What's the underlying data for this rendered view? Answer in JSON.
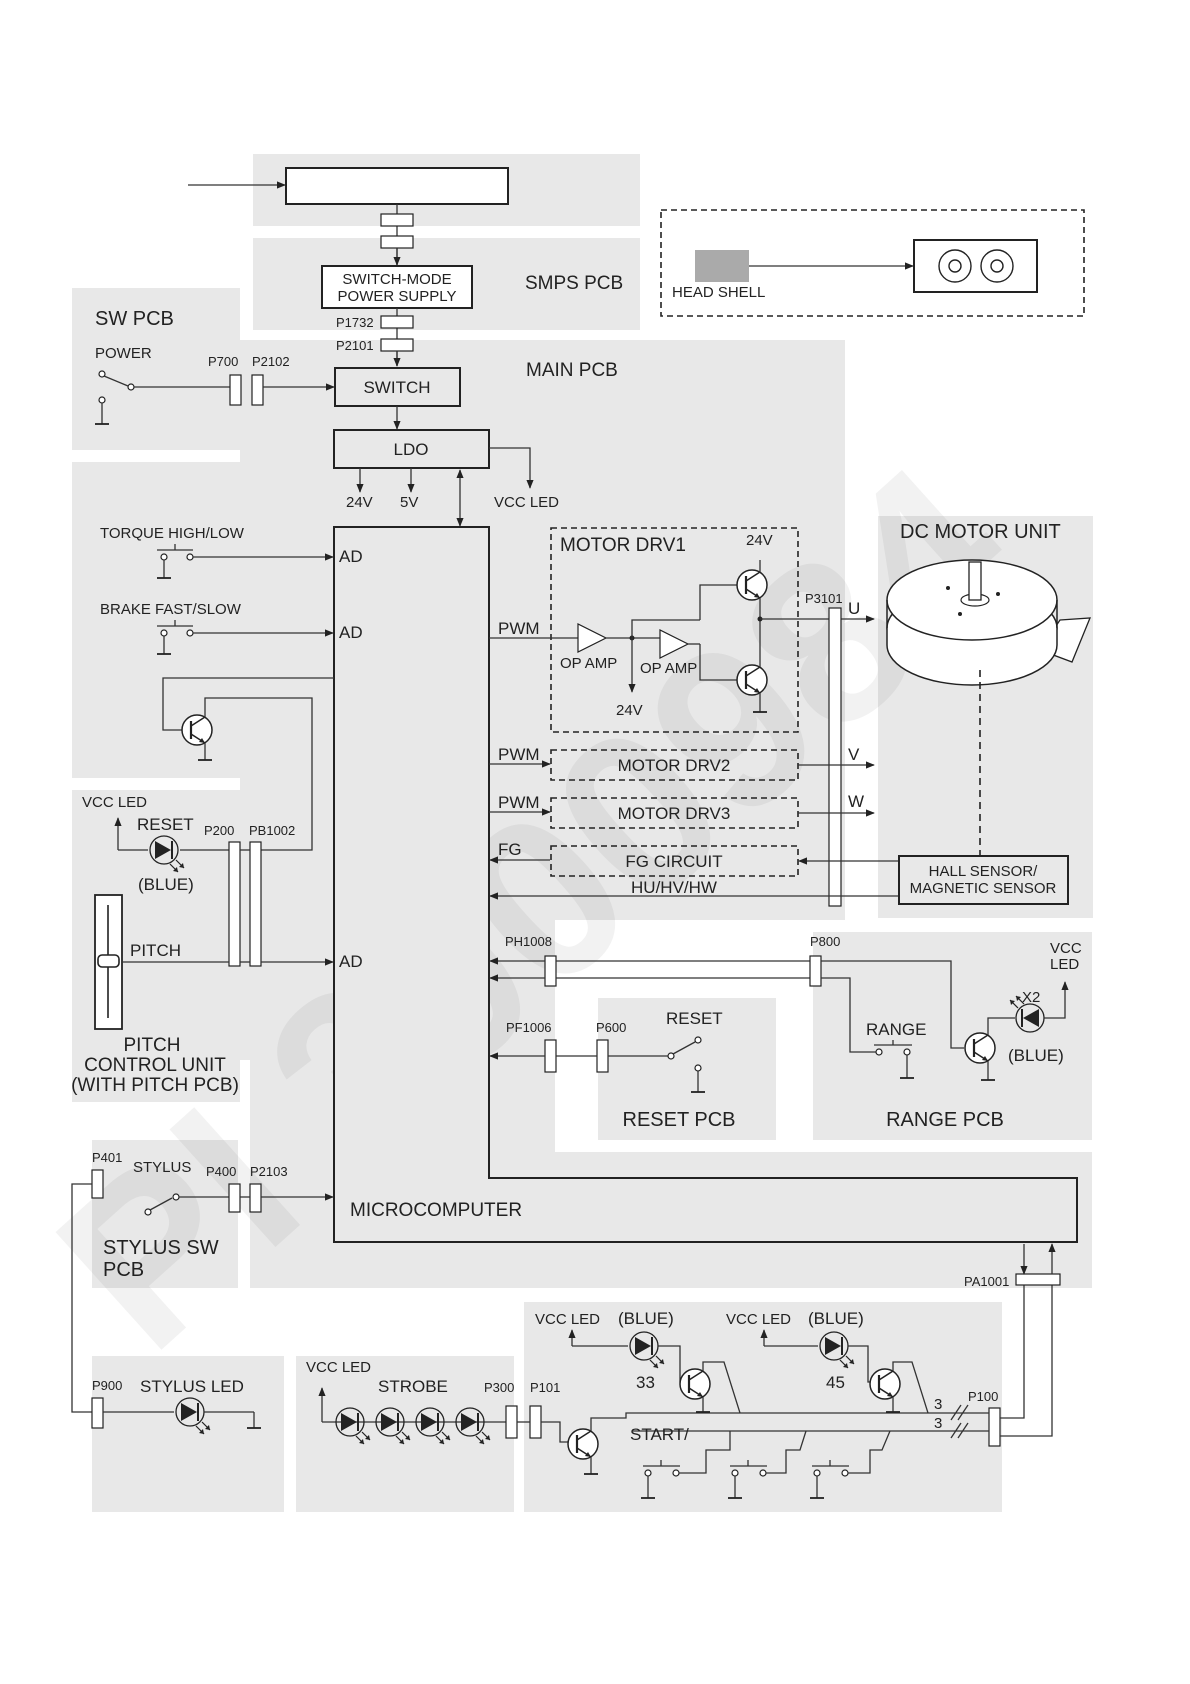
{
  "labels": {
    "smps_pcb": "SMPS PCB",
    "smps_line1": "SWITCH-MODE",
    "smps_line2": "POWER SUPPLY",
    "head_shell": "HEAD SHELL",
    "sw_pcb": "SW PCB",
    "power": "POWER",
    "p700": "P700",
    "p2102": "P2102",
    "p1732": "P1732",
    "p2101": "P2101",
    "switch": "SWITCH",
    "main_pcb": "MAIN PCB",
    "ldo": "LDO",
    "v24": "24V",
    "v5": "5V",
    "vcc_led": "VCC LED",
    "torque": "TORQUE HIGH/LOW",
    "brake": "BRAKE FAST/SLOW",
    "ad": "AD",
    "motor_drv1": "MOTOR DRV1",
    "op_amp": "OP AMP",
    "pwm": "PWM",
    "p3101": "P3101",
    "u": "U",
    "v": "V",
    "w": "W",
    "dc_motor_unit": "DC MOTOR UNIT",
    "motor_drv2": "MOTOR DRV2",
    "motor_drv3": "MOTOR DRV3",
    "fg": "FG",
    "fg_circuit": "FG CIRCUIT",
    "hu_hv_hw": "HU/HV/HW",
    "hall_line1": "HALL SENSOR/",
    "hall_line2": "MAGNETIC SENSOR",
    "reset": "RESET",
    "blue": "(BLUE)",
    "blue_plain": "(BLUE)",
    "p200": "P200",
    "pb1002": "PB1002",
    "pitch": "PITCH",
    "pitch_unit_line1": "PITCH",
    "pitch_unit_line2": "CONTROL UNIT",
    "pitch_unit_line3": "(WITH PITCH PCB)",
    "ph1008": "PH1008",
    "p800": "P800",
    "vcc": "VCC",
    "led": "LED",
    "x2": "X2",
    "range": "RANGE",
    "range_pcb": "RANGE PCB",
    "pf1006": "PF1006",
    "p600": "P600",
    "reset_pcb": "RESET PCB",
    "p401": "P401",
    "stylus": "STYLUS",
    "p400": "P400",
    "p2103": "P2103",
    "microcomputer": "MICROCOMPUTER",
    "stylus_sw_line1": "STYLUS SW",
    "stylus_sw_line2": "PCB",
    "pa1001": "PA1001",
    "p900": "P900",
    "stylus_led": "STYLUS LED",
    "strobe": "STROBE",
    "p300": "P300",
    "p101": "P101",
    "num33": "33",
    "num45": "45",
    "start": "START/",
    "p100": "P100",
    "three": "3",
    "watermark": "PI 3000984"
  }
}
